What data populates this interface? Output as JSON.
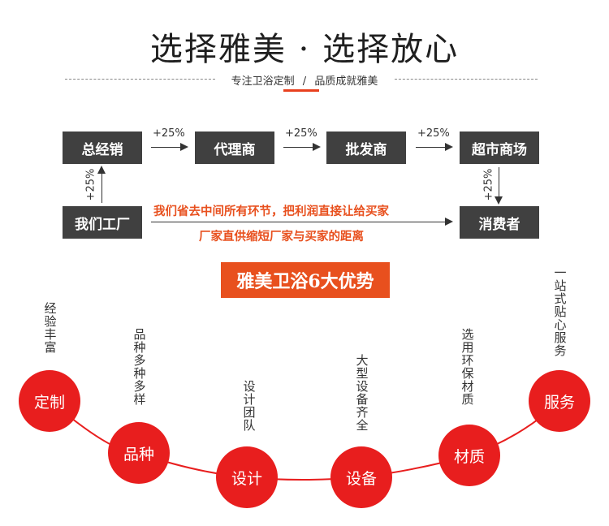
{
  "header": {
    "title": "选择雅美 · 选择放心",
    "subtitle_left": "专注卫浴定制",
    "subtitle_sep": "/",
    "subtitle_right": "品质成就雅美"
  },
  "flow": {
    "boxes": {
      "general": "总经销",
      "agent": "代理商",
      "wholesale": "批发商",
      "supermarket": "超市商场",
      "factory": "我们工厂",
      "consumer": "消费者"
    },
    "markup": "+25%",
    "slogan_1": "我们省去中间所有环节，把利润直接让给买家",
    "slogan_2": "厂家直供缩短厂家与买家的距离"
  },
  "advantages": {
    "banner": "雅美卫浴6大优势",
    "items": [
      {
        "label": "定制",
        "desc": "经验丰富"
      },
      {
        "label": "品种",
        "desc": "品种多种多样"
      },
      {
        "label": "设计",
        "desc": "设计团队"
      },
      {
        "label": "设备",
        "desc": "大型设备齐全"
      },
      {
        "label": "材质",
        "desc": "选用环保材质"
      },
      {
        "label": "服务",
        "desc": "一站式贴心服务"
      }
    ]
  },
  "colors": {
    "accent_red": "#e81e1e",
    "accent_orange": "#e8501e",
    "box_dark": "#404040"
  }
}
